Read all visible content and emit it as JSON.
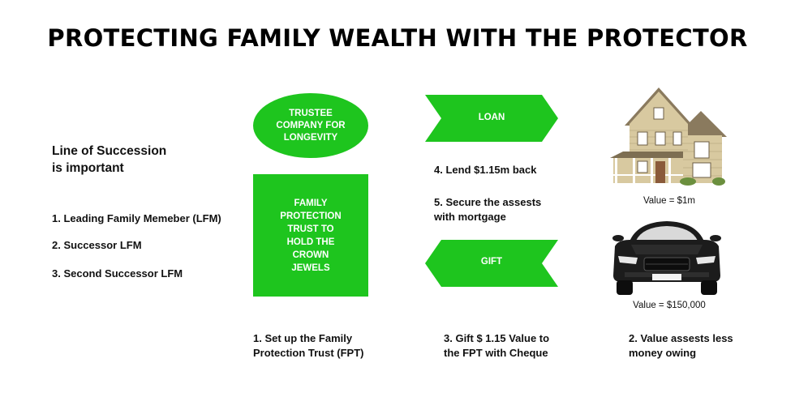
{
  "title": "PROTECTING FAMILY WEALTH WITH THE PROTECTOR",
  "succession": {
    "heading_line1": "Line of Succession",
    "heading_line2": "is important",
    "items": [
      "1. Leading Family Memeber (LFM)",
      "2. Successor LFM",
      "3. Second Successor LFM"
    ]
  },
  "trustee": {
    "line1": "TRUSTEE",
    "line2": "COMPANY FOR",
    "line3": "LONGEVITY"
  },
  "trust": {
    "lines": [
      "FAMILY",
      "PROTECTION",
      "TRUST TO",
      "HOLD THE",
      "CROWN",
      "JEWELS"
    ]
  },
  "loan": {
    "label": "LOAN",
    "step4": "4. Lend $1.15m back",
    "step5_line1": "5. Secure the assests",
    "step5_line2": "with mortgage"
  },
  "gift": {
    "label": "GIFT"
  },
  "assets": {
    "house_value": "Value = $1m",
    "car_value": "Value = $150,000"
  },
  "steps": {
    "step1_line1": "1. Set up the Family",
    "step1_line2": "Protection Trust (FPT)",
    "step3_line1": "3. Gift $ 1.15 Value to",
    "step3_line2": "the FPT with Cheque",
    "step2_line1": "2. Value assests less",
    "step2_line2": "money owing"
  },
  "colors": {
    "green": "#1ec51e",
    "text": "#111111",
    "house_siding": "#d8c9a0",
    "car_body": "#1c1c1c"
  },
  "icons": [
    "house-illustration",
    "car-illustration"
  ]
}
